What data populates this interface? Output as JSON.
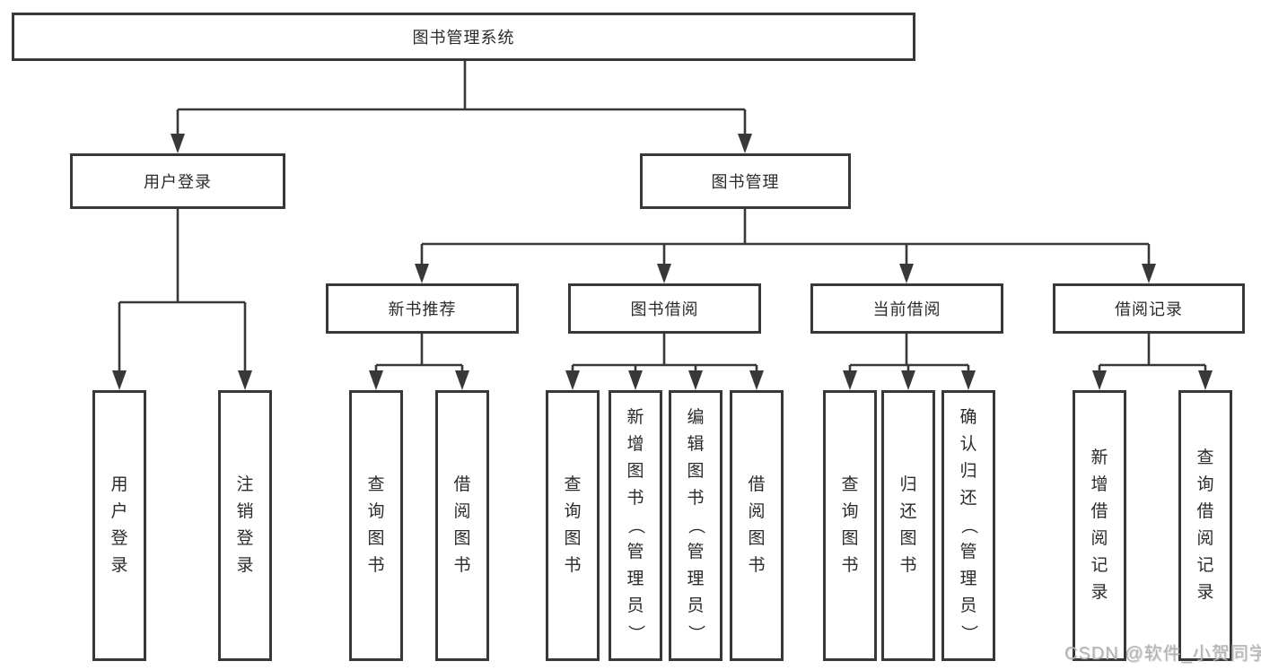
{
  "diagram": {
    "title": "图书管理系统",
    "branches": {
      "user_login": {
        "label": "用户登录",
        "children": {
          "login": {
            "label": "用户登录"
          },
          "logout": {
            "label": "注销登录"
          }
        }
      },
      "book_management": {
        "label": "图书管理",
        "children": {
          "new_book": {
            "label": "新书推荐",
            "children": {
              "query": {
                "label": "查询图书"
              },
              "borrow": {
                "label": "借阅图书"
              }
            }
          },
          "borrowing": {
            "label": "图书借阅",
            "children": {
              "query": {
                "label": "查询图书"
              },
              "add": {
                "label": "新增图书（管理员）"
              },
              "edit": {
                "label": "编辑图书（管理员）"
              },
              "borrow": {
                "label": "借阅图书"
              }
            }
          },
          "current": {
            "label": "当前借阅",
            "children": {
              "query": {
                "label": "查询图书"
              },
              "return": {
                "label": "归还图书"
              },
              "confirm": {
                "label": "确认归还（管理员）"
              }
            }
          },
          "records": {
            "label": "借阅记录",
            "children": {
              "add": {
                "label": "新增借阅记录"
              },
              "query": {
                "label": "查询借阅记录"
              }
            }
          }
        }
      }
    },
    "watermark": "CSDN @软件_小贺同学"
  },
  "colors": {
    "line": "#383838",
    "text": "#2b2b2b",
    "watermark": "#b3b3b3",
    "bg": "#ffffff"
  }
}
